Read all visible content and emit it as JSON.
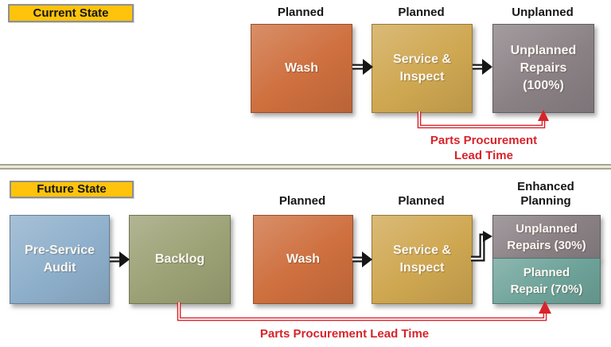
{
  "colors": {
    "yellow": "#FFC30B",
    "orange": "#CE6F3E",
    "gold": "#CFA751",
    "gray": "#8A8185",
    "blue": "#8EAFCB",
    "olive": "#9CA175",
    "teal": "#6EA39A",
    "red": "#D8232A"
  },
  "current": {
    "tag": "Current State",
    "headers": {
      "wash": "Planned",
      "service": "Planned",
      "repairs": "Unplanned"
    },
    "boxes": {
      "wash": "Wash",
      "service": "Service &\nInspect",
      "repairs": "Unplanned\nRepairs\n(100%)"
    },
    "feedback": "Parts Procurement\nLead Time"
  },
  "future": {
    "tag": "Future State",
    "headers": {
      "wash": "Planned",
      "service": "Planned",
      "repairs": "Enhanced\nPlanning"
    },
    "boxes": {
      "audit": "Pre-Service\nAudit",
      "backlog": "Backlog",
      "wash": "Wash",
      "service": "Service &\nInspect",
      "unplanned": "Unplanned\nRepairs (30%)",
      "planned": "Planned\nRepair (70%)"
    },
    "feedback": "Parts Procurement Lead Time"
  }
}
